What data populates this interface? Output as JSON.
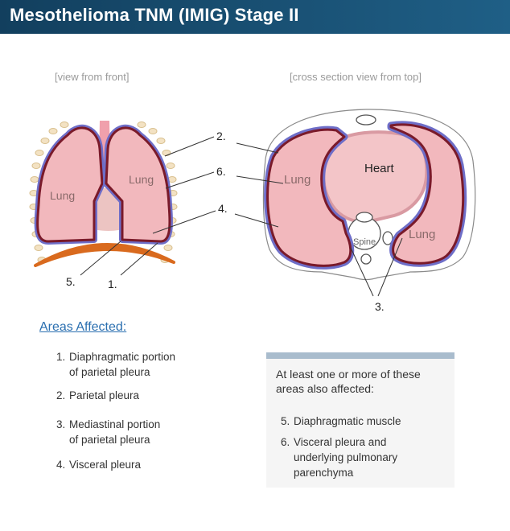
{
  "header": {
    "title": "Mesothelioma TNM (IMIG) Stage II"
  },
  "views": {
    "front": "[view from front]",
    "top": "[cross section view from top]"
  },
  "diagram_labels": {
    "lung": "Lung",
    "heart": "Heart",
    "spine": "Spine",
    "callout_1": "1.",
    "callout_2": "2.",
    "callout_3": "3.",
    "callout_4": "4.",
    "callout_5": "5.",
    "callout_6": "6."
  },
  "areas": {
    "heading": "Areas Affected:",
    "items": [
      {
        "num": "1.",
        "line1": "Diaphragmatic portion",
        "line2": "of parietal pleura"
      },
      {
        "num": "2.",
        "line1": "Parietal pleura",
        "line2": ""
      },
      {
        "num": "3.",
        "line1": "Mediastinal portion",
        "line2": "of parietal pleura"
      },
      {
        "num": "4.",
        "line1": "Visceral pleura",
        "line2": ""
      }
    ]
  },
  "also": {
    "title": "At least one or more of these areas also affected:",
    "items": [
      {
        "num": "5.",
        "line1": "Diaphragmatic muscle",
        "line2": "",
        "line3": ""
      },
      {
        "num": "6.",
        "line1": "Visceral pleura and",
        "line2": "underlying pulmonary",
        "line3": "parenchyma"
      }
    ]
  },
  "colors": {
    "header": "#1a4f73",
    "lung_fill": "#f2b8bd",
    "visceral": "#7a1a2a",
    "parietal": "#6e6ec8",
    "diaphragm": "#d96a1e",
    "heading_link": "#2a6fb0"
  }
}
